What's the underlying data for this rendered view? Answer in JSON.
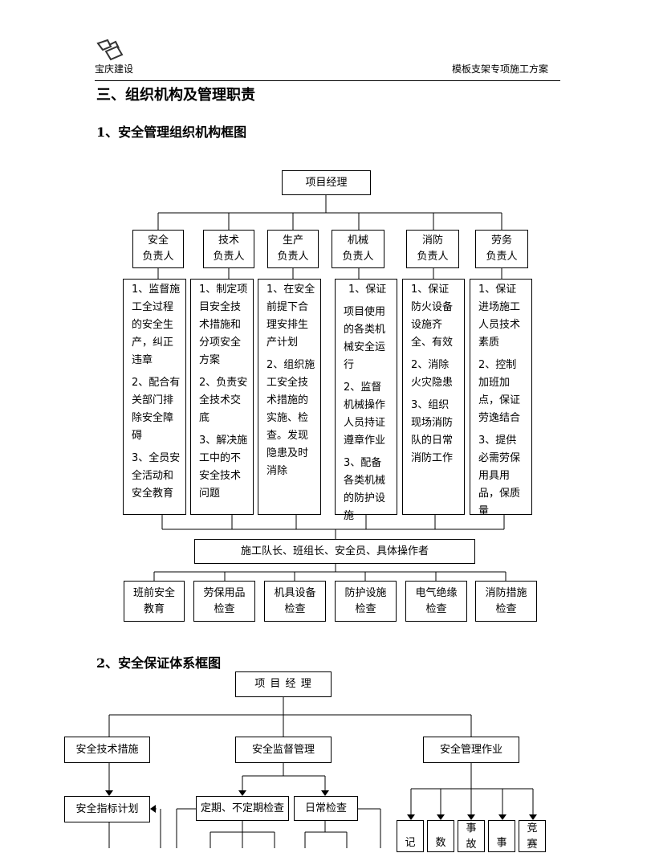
{
  "header": {
    "company": "宝庆建设",
    "doc_title": "模板支架专项施工方案"
  },
  "section_title": "三、组织机构及管理职责",
  "sub1_title": "1、安全管理组织机构框图",
  "sub2_title": "2、安全保证体系框图",
  "org": {
    "top": "项目经理",
    "roles": [
      {
        "l1": "安全",
        "l2": "负责人"
      },
      {
        "l1": "技术",
        "l2": "负责人"
      },
      {
        "l1": "生产",
        "l2": "负责人"
      },
      {
        "l1": "机械",
        "l2": "负责人"
      },
      {
        "l1": "消防",
        "l2": "负责人"
      },
      {
        "l1": "劳务",
        "l2": "负责人"
      }
    ],
    "duties": [
      [
        "1、监督施工全过程的安全生产，纠正违章",
        "2、配合有关部门排除安全障碍",
        "3、全员安全活动和安全教育"
      ],
      [
        "1、制定项目安全技术措施和分项安全方案",
        "2、负责安全技术交底",
        "3、解决施工中的不安全技术问题"
      ],
      [
        "1、在安全前提下合理安排生产计划",
        "2、组织施工安全技术措施的实施、检查。发现隐患及时消除"
      ],
      [
        "1、保证",
        "项目使用的各类机械安全运行",
        "2、监督机械操作人员持证遵章作业",
        "3、配备各类机械的防护设施"
      ],
      [
        "1、保证防火设备设施齐全、有效",
        "2、消除火灾隐患",
        "3、组织现场消防队的日常消防工作"
      ],
      [
        "1、保证进场施工人员技术素质",
        "2、控制加班加点，保证劳逸结合",
        "3、提供必需劳保用具用品，保质量"
      ]
    ],
    "workers": "施工队长、班组长、安全员、具体操作者",
    "checks": [
      {
        "l1": "班前安全",
        "l2": "教育"
      },
      {
        "l1": "劳保用品",
        "l2": "检查"
      },
      {
        "l1": "机具设备",
        "l2": "检查"
      },
      {
        "l1": "防护设施",
        "l2": "检查"
      },
      {
        "l1": "电气绝缘",
        "l2": "检查"
      },
      {
        "l1": "消防措施",
        "l2": "检查"
      }
    ]
  },
  "guarantee": {
    "top": "项 目 经 理",
    "tech": "安全技术措施",
    "supervise": "安全监督管理",
    "operation": "安全管理作业",
    "index_plan": "安全指标计划",
    "periodic": "定期、不定期检查",
    "daily": "日常检查",
    "op_items": [
      "记",
      "数",
      "事故",
      "事",
      "竞赛"
    ]
  }
}
